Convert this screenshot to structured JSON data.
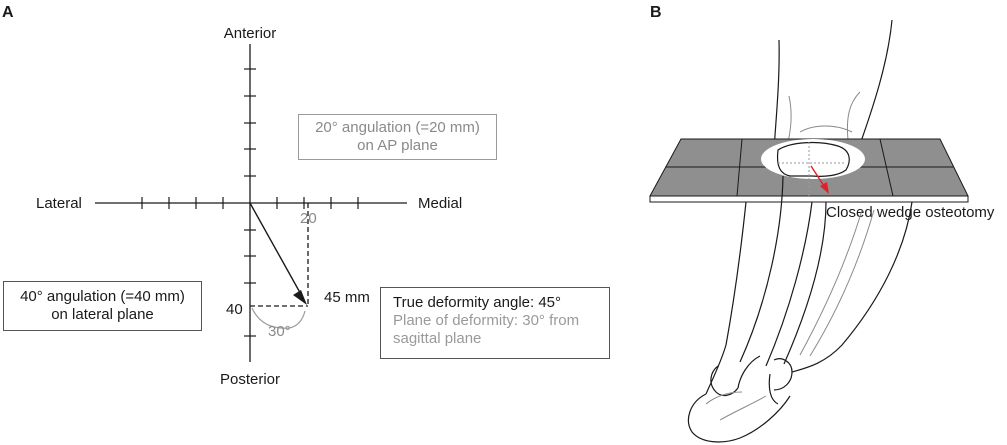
{
  "panel_a": {
    "letter": "A",
    "axes": {
      "anterior": "Anterior",
      "posterior": "Posterior",
      "lateral": "Lateral",
      "medial": "Medial"
    },
    "tick_20": "20",
    "tick_40": "40",
    "arc_angle": "30°",
    "vector_length": "45 mm",
    "ap_box": {
      "line1": "20° angulation (=20 mm)",
      "line2": "on AP plane"
    },
    "lateral_box": {
      "line1": "40° angulation (=40 mm)",
      "line2": "on lateral plane"
    },
    "result_box": {
      "line1": "True deformity angle: 45°",
      "line2": "Plane of deformity: 30° from",
      "line3": "sagittal plane"
    }
  },
  "panel_b": {
    "letter": "B",
    "osteotomy_label": "Closed wedge osteotomy"
  },
  "colors": {
    "ink": "#1a1a1a",
    "grey_text": "#8a8a8a",
    "plane_fill": "#8f8f8f",
    "arrow_red": "#e0202a"
  }
}
